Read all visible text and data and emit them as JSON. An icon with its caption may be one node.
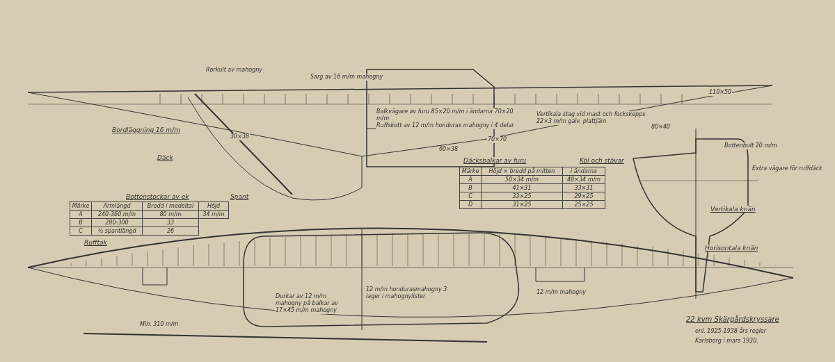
{
  "diagram": {
    "title": "22 kvm Skärgårdskryssare",
    "labels": [
      "Rorkult av mahogny",
      "Sarg av 16 m/m mahogny",
      "Balkvägare av furu 85×20 m/m i ändarna 70×20 m/m",
      "Ruffskott av 12 m/m honduras mahogny i 4 delar",
      "Vertikala stag vid mast och fockskepps 22×3 m/m galv. plattjärn",
      "110×50",
      "80×40",
      "70×70",
      "60×38",
      "30×38",
      "Bordläggning 16 m/m",
      "Däck",
      "Bottenstockar av ek",
      "Märke",
      "Armlängd",
      "Bredd i medeltal",
      "Höjd",
      "A",
      "240-360 m/m",
      "80 m/m",
      "34 m/m",
      "B",
      "280-300",
      "33",
      "C",
      "½ spantlängd",
      "26",
      "Spant",
      "Rufftak",
      "Däcksbalkar av furu",
      "Märke",
      "Höjd × bredd på mitten",
      "i ändarna",
      "A",
      "50×34 m/m",
      "40×34 m/m",
      "B",
      "41×31",
      "33×31",
      "C",
      "33×25",
      "29×25",
      "D",
      "31×25",
      "25×25",
      "Köl och stävar",
      "Bottenbult 20 m/m",
      "Extra vägare för ruffdäck",
      "Vertikala knän",
      "Horisontala knän",
      "Durkar av 12 m/m mahogny på balkar av 17×45 m/m mahogny",
      "12 m/m hondurasmahogny 3 lager i mahognylister",
      "12 m/m mahogny",
      "Min. 310 m/m",
      "enl. 1925-1938 års regler",
      "Karlsborg i mars 1930."
    ]
  }
}
